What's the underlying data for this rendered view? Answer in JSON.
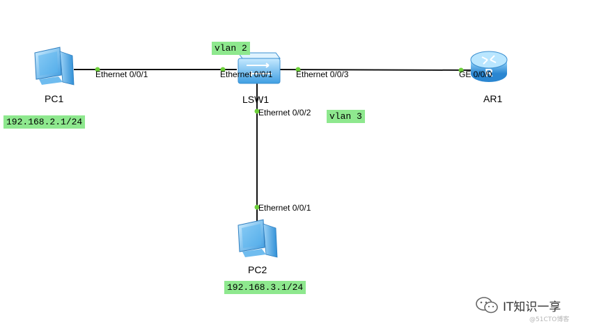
{
  "devices": {
    "pc1": {
      "label": "PC1",
      "ip": "192.168.2.1/24"
    },
    "pc2": {
      "label": "PC2",
      "ip": "192.168.3.1/24"
    },
    "switch": {
      "label": "LSW1"
    },
    "router": {
      "label": "AR1"
    }
  },
  "ports": {
    "pc1_eth001": "Ethernet 0/0/1",
    "lsw_eth001": "Ethernet 0/0/1",
    "lsw_eth003": "Ethernet 0/0/3",
    "ar_ge000": "GE 0/0/0",
    "lsw_eth002": "Ethernet 0/0/2",
    "pc2_eth001": "Ethernet 0/0/1"
  },
  "vlans": {
    "vlan2": "vlan 2",
    "vlan3": "vlan 3"
  },
  "watermark": {
    "text": "IT知识一享",
    "sub": "@51CTO博客"
  },
  "colors": {
    "tag_bg": "#8ee88e",
    "port_dot": "#6dcf3a",
    "device_blue": "#4aa8e8"
  }
}
